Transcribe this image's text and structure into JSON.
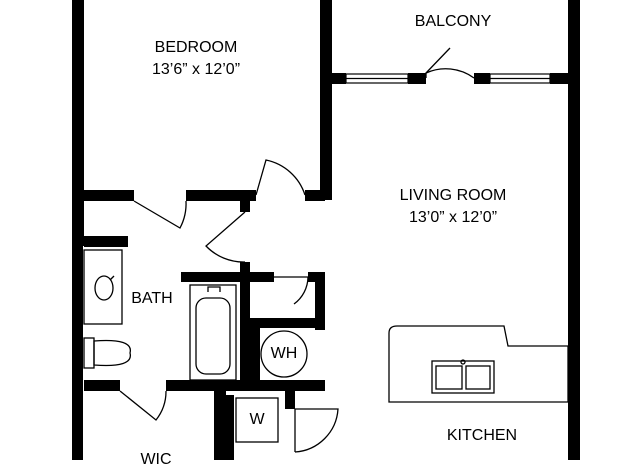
{
  "floor_plan": {
    "rooms": {
      "bedroom": {
        "name": "BEDROOM",
        "size": "13’6” x 12’0”"
      },
      "balcony": {
        "name": "BALCONY"
      },
      "living_room": {
        "name": "LIVING ROOM",
        "size": "13’0” x 12’0”"
      },
      "bath": {
        "name": "BATH"
      },
      "kitchen": {
        "name": "KITCHEN"
      },
      "wic": {
        "name": "WIC"
      }
    },
    "fixtures": {
      "water_heater": "WH",
      "washer": "W"
    },
    "colors": {
      "wall": "#000000",
      "line": "#000000",
      "background": "#ffffff"
    }
  }
}
